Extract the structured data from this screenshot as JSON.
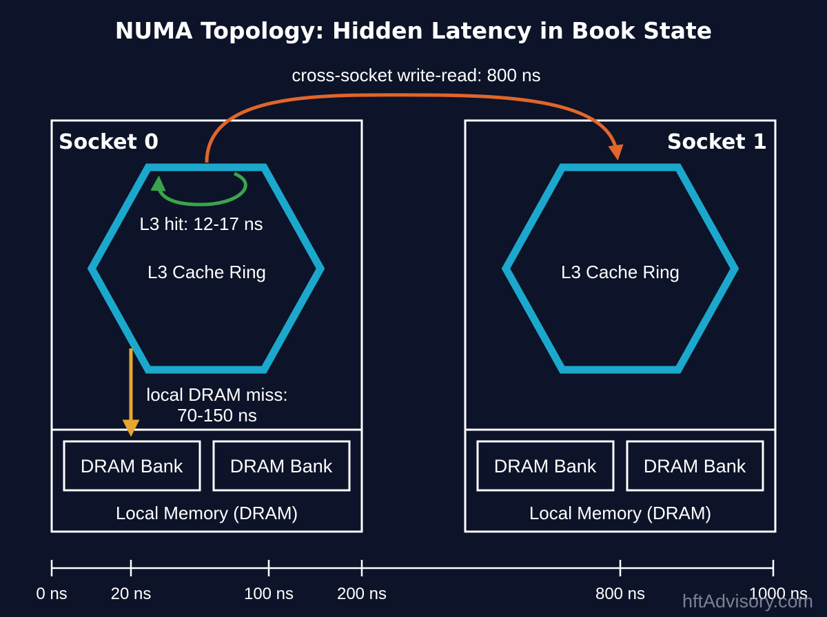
{
  "title": "NUMA Topology: Hidden Latency in Book State",
  "sockets": [
    {
      "label": "Socket 0",
      "cache_label": "L3 Cache Ring",
      "memory_label": "Local Memory (DRAM)",
      "banks": [
        "DRAM Bank",
        "DRAM Bank"
      ]
    },
    {
      "label": "Socket 1",
      "cache_label": "L3 Cache Ring",
      "memory_label": "Local Memory (DRAM)",
      "banks": [
        "DRAM Bank",
        "DRAM Bank"
      ]
    }
  ],
  "annotations": {
    "cross_socket": "cross-socket write-read: 800 ns",
    "l3_hit": "L3 hit: 12-17 ns",
    "dram_miss_line1": "local DRAM miss:",
    "dram_miss_line2": "70-150 ns"
  },
  "timeline": {
    "ticks": [
      "0 ns",
      "20 ns",
      "100 ns",
      "200 ns",
      "800 ns",
      "1000 ns"
    ]
  },
  "watermark": "hftAdvisory.com",
  "colors": {
    "background": "#0d1328",
    "ring": "#1ba8cc",
    "cross_socket_arrow": "#e0662a",
    "l3_hit_arrow": "#3aa44a",
    "dram_miss_arrow": "#e6a630"
  }
}
